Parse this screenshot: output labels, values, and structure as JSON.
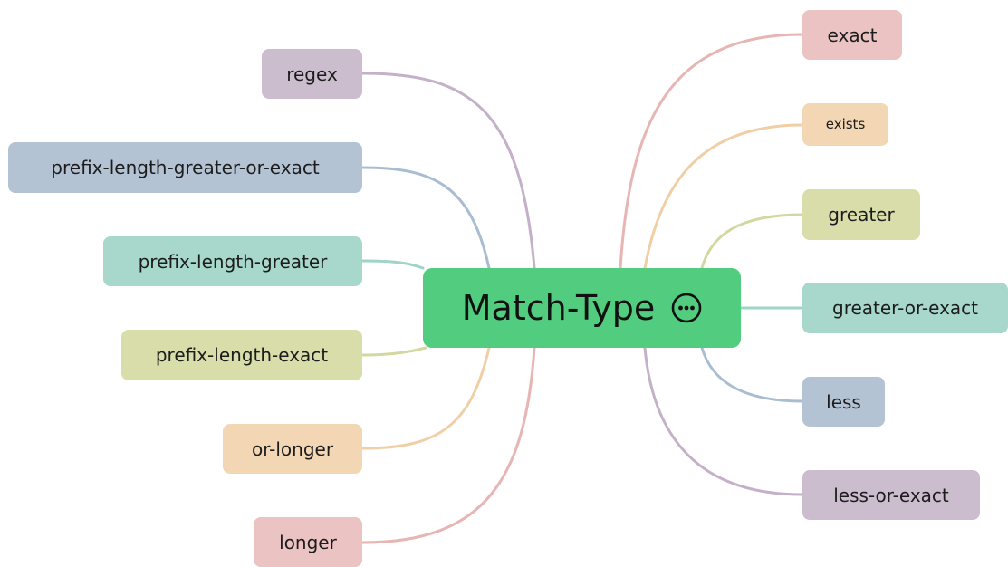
{
  "central_topic": {
    "label": "Match-Type",
    "icon": "more-options-icon",
    "color": "#52cd80"
  },
  "left_branches": [
    {
      "label": "regex",
      "color": "#cbbcce",
      "line": "#c4b0c8"
    },
    {
      "label": "prefix-length-greater-or-exact",
      "color": "#b3c3d4",
      "line": "#a9bdd2"
    },
    {
      "label": "prefix-length-greater",
      "color": "#a7d8cb",
      "line": "#9fd4c6"
    },
    {
      "label": "prefix-length-exact",
      "color": "#d9ddaa",
      "line": "#d3d8a0"
    },
    {
      "label": "or-longer",
      "color": "#f3d6b3",
      "line": "#f0cfa6"
    },
    {
      "label": "longer",
      "color": "#eac3c2",
      "line": "#e6b5b4"
    }
  ],
  "right_branches": [
    {
      "label": "exact",
      "color": "#eac3c2",
      "line": "#e6b5b4"
    },
    {
      "label": "exists",
      "color": "#f3d6b3",
      "line": "#f0cfa6"
    },
    {
      "label": "greater",
      "color": "#d9ddaa",
      "line": "#d3d8a0"
    },
    {
      "label": "greater-or-exact",
      "color": "#a7d8cb",
      "line": "#9fd4c6"
    },
    {
      "label": "less",
      "color": "#b3c3d4",
      "line": "#a9bdd2"
    },
    {
      "label": "less-or-exact",
      "color": "#cbbcce",
      "line": "#c4b0c8"
    }
  ]
}
